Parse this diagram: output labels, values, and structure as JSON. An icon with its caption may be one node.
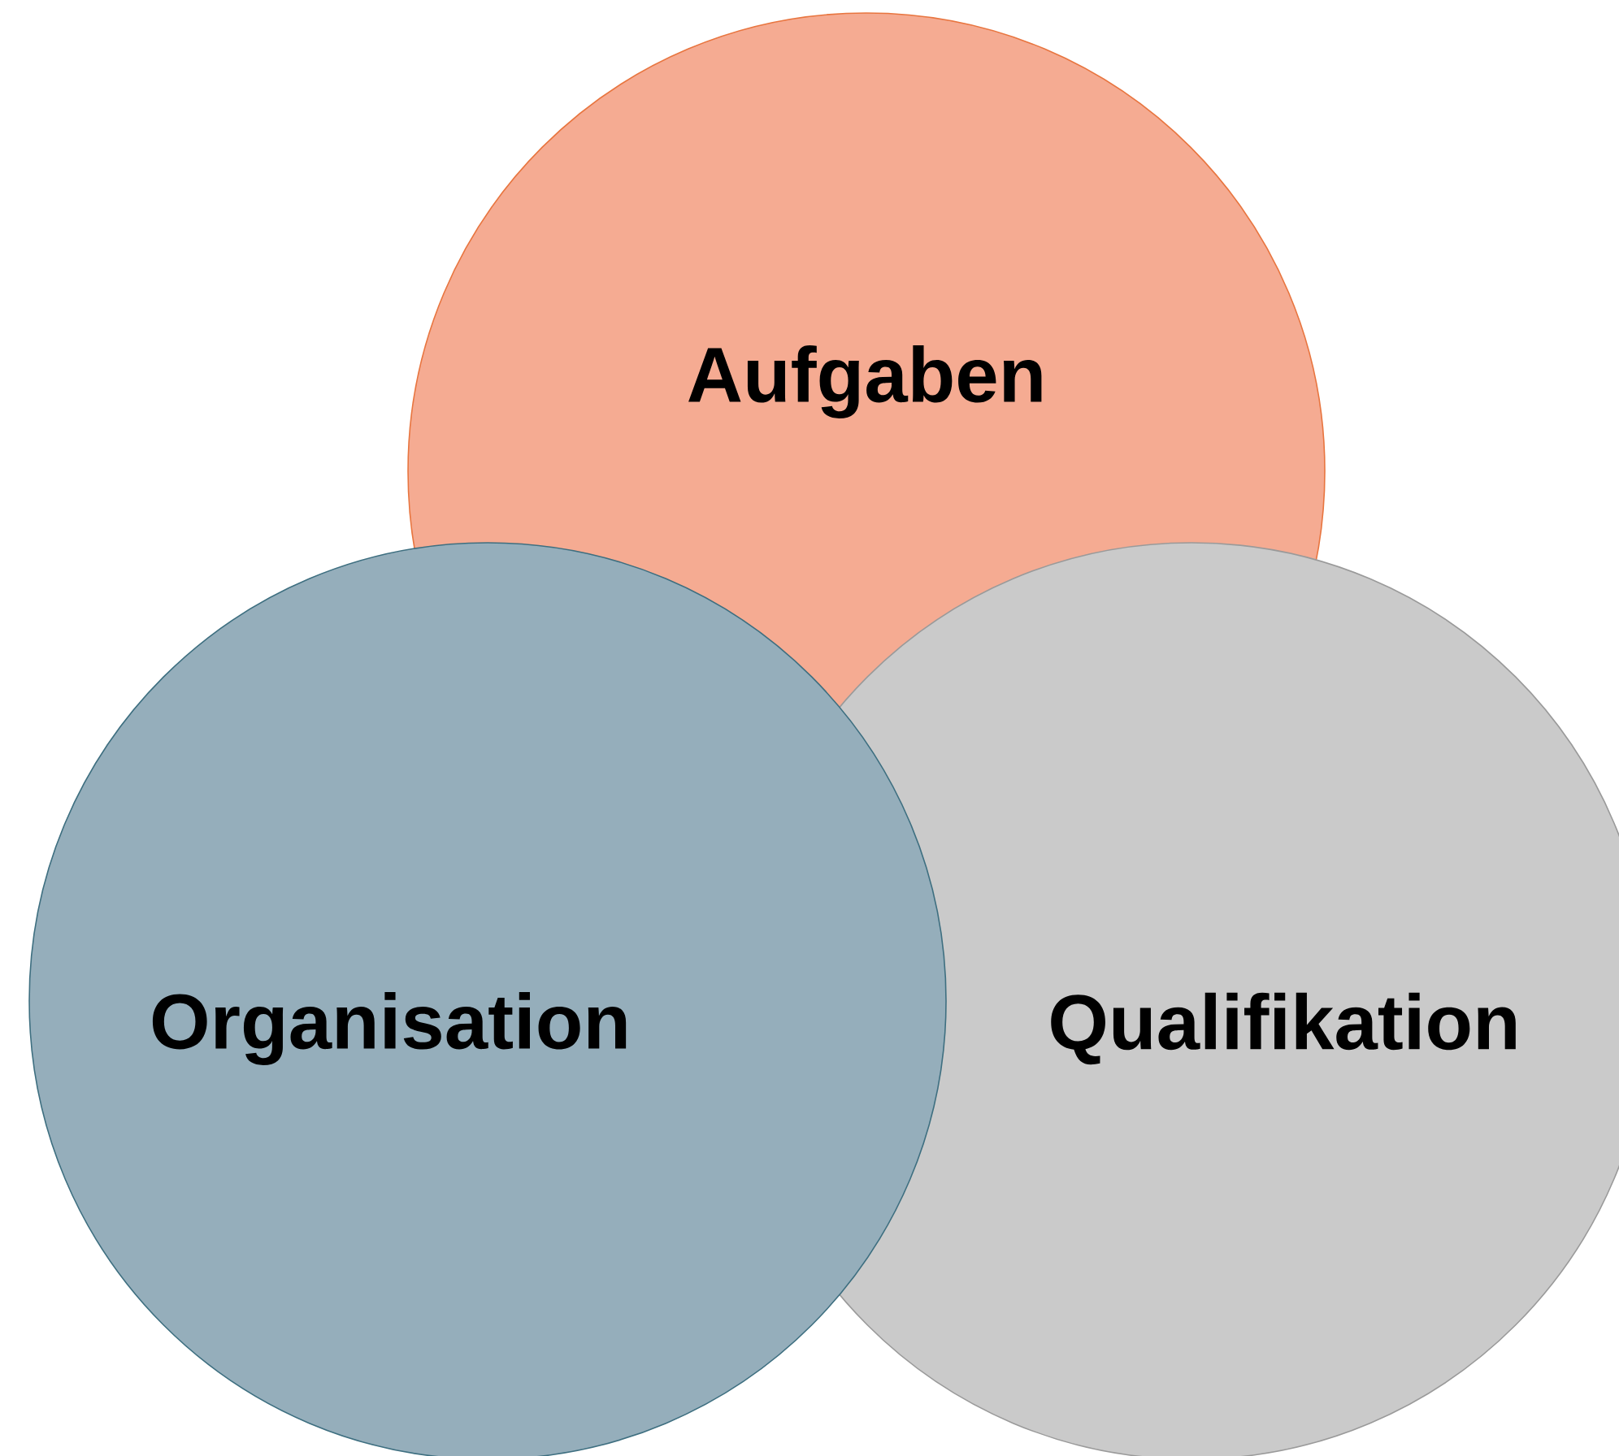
{
  "diagram": {
    "nodes": [
      {
        "text": [
          "Aufgaben"
        ]
      },
      {
        "text": [
          "Organisation"
        ]
      },
      {
        "text": [
          "Qualifikation"
        ]
      }
    ]
  }
}
